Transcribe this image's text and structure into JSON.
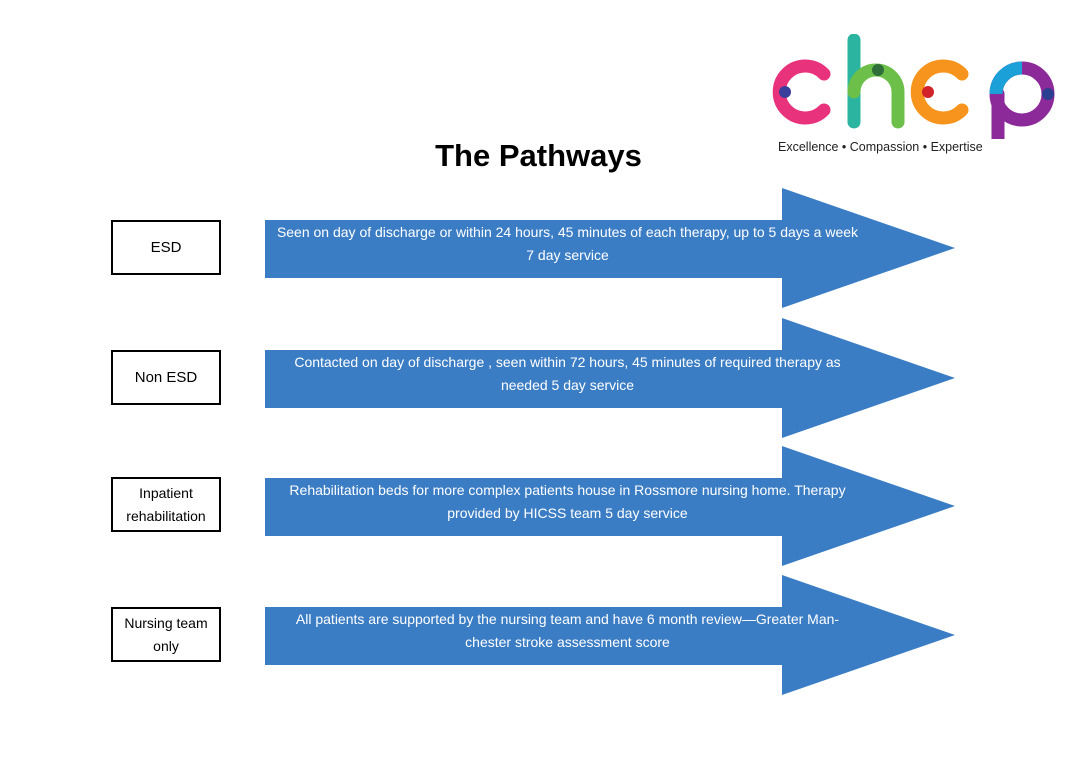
{
  "title": "The Pathways",
  "logo": {
    "letters": "chcp",
    "tagline": "Excellence • Compassion • Expertise",
    "colors": [
      "#e8327c",
      "#2bb5a0",
      "#f7941d",
      "#8b2a98"
    ]
  },
  "colors": {
    "arrow": "#3b7dc4",
    "box_border": "#000000"
  },
  "pathways": [
    {
      "label": "ESD",
      "description": "Seen on day of discharge or within 24 hours, 45 minutes of each therapy, up to 5 days a week 7 day service"
    },
    {
      "label": "Non ESD",
      "description": "Contacted on day of discharge , seen within 72 hours, 45 minutes of required therapy as needed 5 day service"
    },
    {
      "label": "Inpatient rehabilitation",
      "description": "Rehabilitation beds for more complex patients house in Rossmore nursing home. Therapy provided by HICSS team 5 day service"
    },
    {
      "label": "Nursing team only",
      "description": "All patients are supported by the nursing team and have 6 month review—Greater Man-chester stroke assessment score"
    }
  ]
}
